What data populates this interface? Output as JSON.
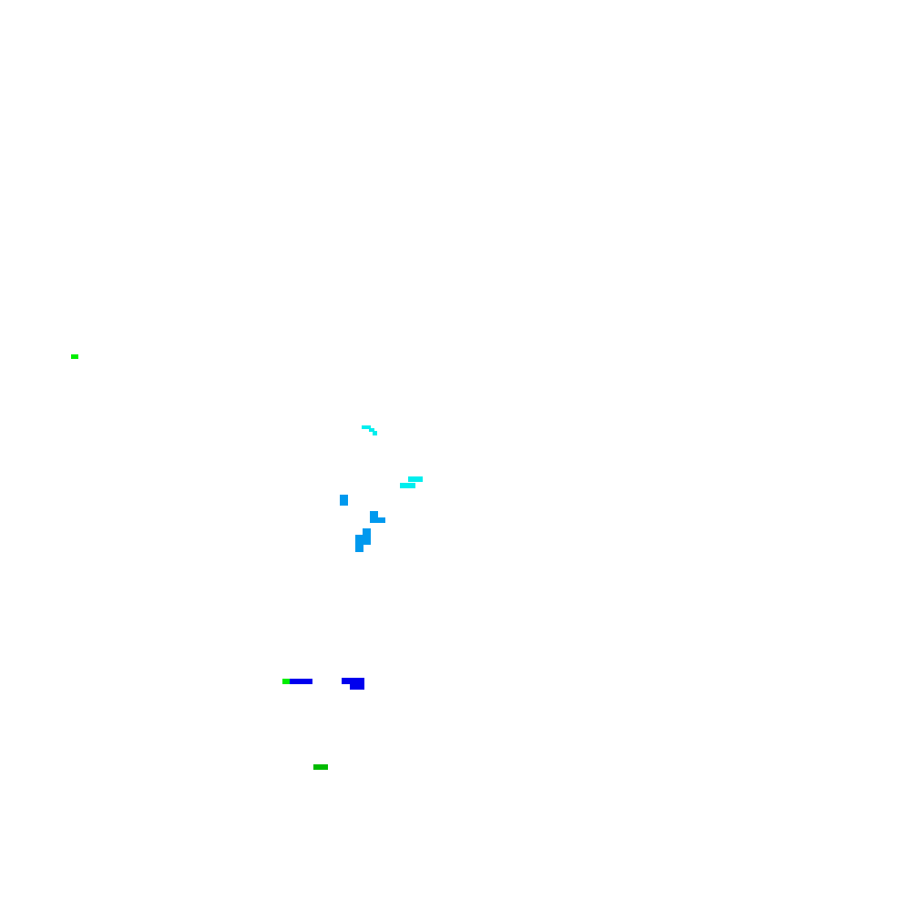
{
  "palette": {
    "background": "#ffffff",
    "bright_green": "#00ee00",
    "dark_green": "#00bb00",
    "blue": "#0000ee",
    "azure": "#0099ee",
    "cyan": "#00eeee"
  },
  "fragments": [
    {
      "name": "green-speck-left",
      "color_key": "bright_green"
    },
    {
      "name": "cyan-arc",
      "color_key": "cyan"
    },
    {
      "name": "cyan-step",
      "color_key": "cyan"
    },
    {
      "name": "azure-dot",
      "color_key": "azure"
    },
    {
      "name": "azure-bend",
      "color_key": "azure"
    },
    {
      "name": "azure-stack",
      "color_key": "azure"
    },
    {
      "name": "green-speck-bottom",
      "color_key": "bright_green"
    },
    {
      "name": "blue-dash",
      "color_key": "blue"
    },
    {
      "name": "blue-block",
      "color_key": "blue"
    },
    {
      "name": "dark-green-dash",
      "color_key": "dark_green"
    }
  ]
}
